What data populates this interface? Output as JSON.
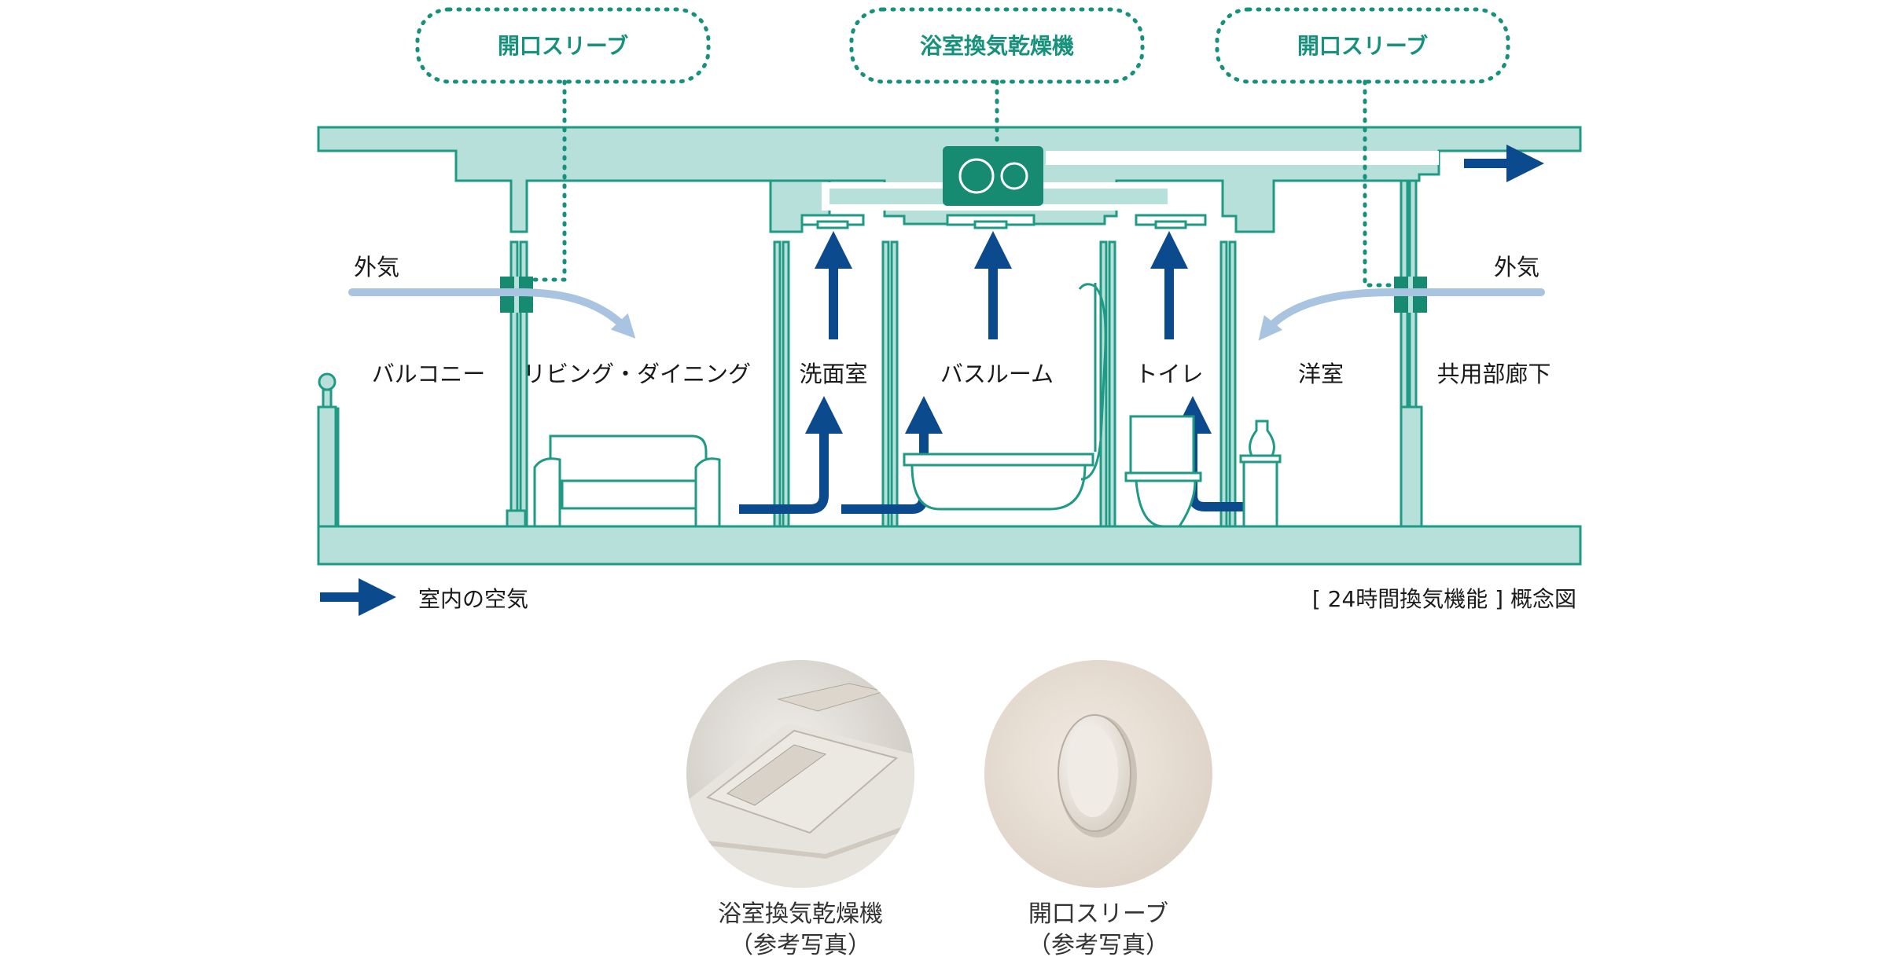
{
  "callouts": {
    "left": "開口スリーブ",
    "center": "浴室換気乾燥機",
    "right": "開口スリーブ"
  },
  "outside_air": {
    "left": "外気",
    "right": "外気"
  },
  "rooms": {
    "balcony": "バルコニー",
    "living": "リビング・ダイニング",
    "washroom": "洗面室",
    "bathroom": "バスルーム",
    "toilet": "トイレ",
    "western_room": "洋室",
    "corridor": "共用部廊下"
  },
  "legend": {
    "indoor_air": "室内の空気"
  },
  "diagram_note": "[ 24時間換気機能 ] 概念図",
  "photos": {
    "fan": {
      "caption": "浴室換気乾燥機",
      "note": "（参考写真）"
    },
    "sleeve": {
      "caption": "開口スリーブ",
      "note": "（参考写真）"
    }
  },
  "colors": {
    "wall_fill": "#b8e0da",
    "wall_stroke": "#1f9a84",
    "callout_border": "#16917c",
    "indoor_arrow": "#0b4a8c",
    "outside_arrow": "#a9c4e0",
    "fan_unit": "#178a72"
  }
}
